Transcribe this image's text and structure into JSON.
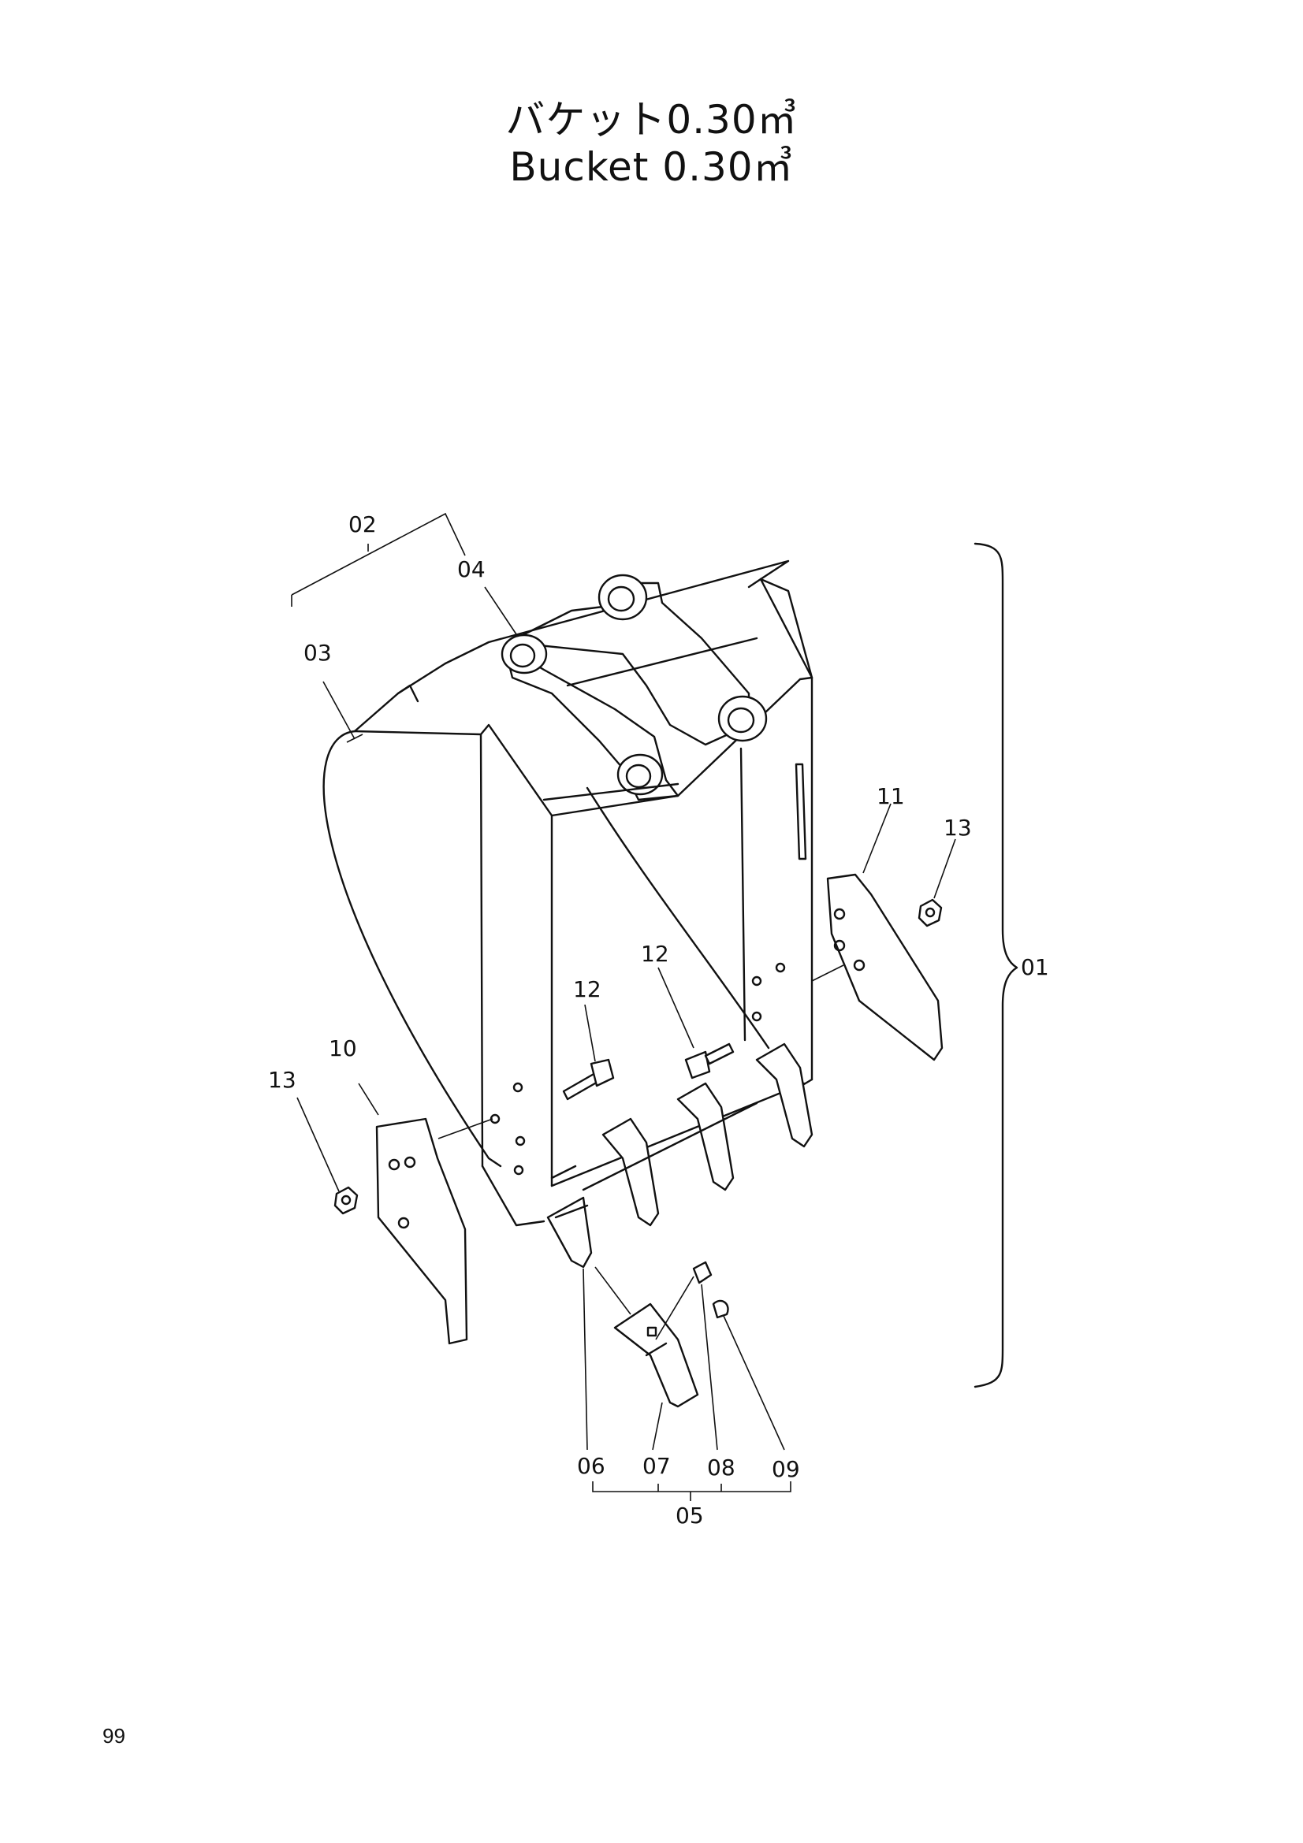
{
  "title": {
    "japanese": "バケット0.30㎥",
    "english": "Bucket 0.30㎥"
  },
  "callouts": [
    {
      "id": "01",
      "label": "01"
    },
    {
      "id": "02",
      "label": "02"
    },
    {
      "id": "03",
      "label": "03"
    },
    {
      "id": "04",
      "label": "04"
    },
    {
      "id": "05",
      "label": "05"
    },
    {
      "id": "06",
      "label": "06"
    },
    {
      "id": "07",
      "label": "07"
    },
    {
      "id": "08",
      "label": "08"
    },
    {
      "id": "09",
      "label": "09"
    },
    {
      "id": "10",
      "label": "10"
    },
    {
      "id": "11",
      "label": "11"
    },
    {
      "id": "12a",
      "label": "12"
    },
    {
      "id": "12b",
      "label": "12"
    },
    {
      "id": "13a",
      "label": "13"
    },
    {
      "id": "13b",
      "label": "13"
    }
  ],
  "page_number": "99"
}
